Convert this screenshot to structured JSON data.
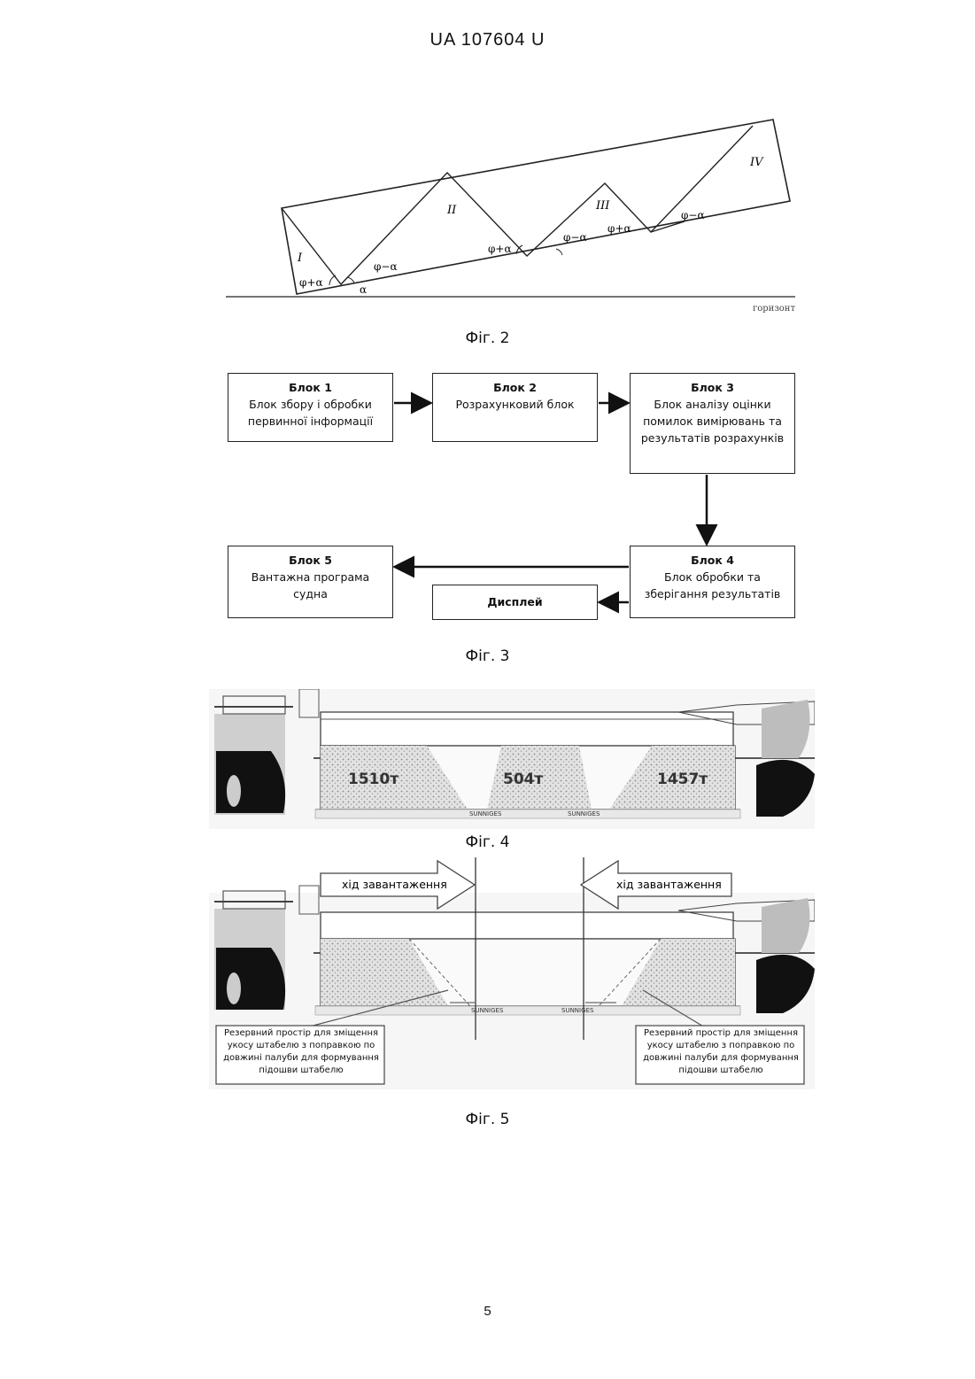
{
  "header": {
    "doc_id": "UA   107604   U"
  },
  "fig2": {
    "caption": "Фіг. 2",
    "zone_labels": [
      "I",
      "II",
      "III",
      "IV"
    ],
    "angle_labels": [
      "φ+α",
      "φ−α",
      "α",
      "φ+α",
      "φ−α",
      "φ+α",
      "φ−α"
    ],
    "horizon_label": "горизонт"
  },
  "fig3": {
    "caption": "Фіг. 3",
    "blocks": [
      {
        "title": "Блок 1",
        "desc": "Блок збору і обробки первинної інформації"
      },
      {
        "title": "Блок 2",
        "desc": "Розрахунковий блок"
      },
      {
        "title": "Блок 3",
        "desc": "Блок аналізу оцінки помилок вимірювань та результатів розрахунків"
      },
      {
        "title": "Блок 4",
        "desc": "Блок обробки та зберігання результатів"
      },
      {
        "title": "Блок 5",
        "desc": "Вантажна програма судна"
      }
    ],
    "display_label": "Дисплей"
  },
  "fig4": {
    "caption": "Фіг. 4",
    "hold_loads": [
      "1510т",
      "504т",
      "1457т"
    ],
    "hull_marks": [
      "SUNNIGES",
      "SUNNIGES"
    ]
  },
  "fig5": {
    "caption": "Фіг. 5",
    "loading_direction_left": "хід завантаження",
    "loading_direction_right": "хід завантаження",
    "note_left": "Резервний простір для зміщення укосу штабелю з поправкою по довжині палуби для формування підошви штабелю",
    "note_right": "Резервний простір для зміщення укосу штабелю з поправкою по довжині палуби для формування підошви штабелю",
    "hull_marks": [
      "SUNNIGES",
      "SUNNIGES"
    ]
  },
  "page_number": "5"
}
